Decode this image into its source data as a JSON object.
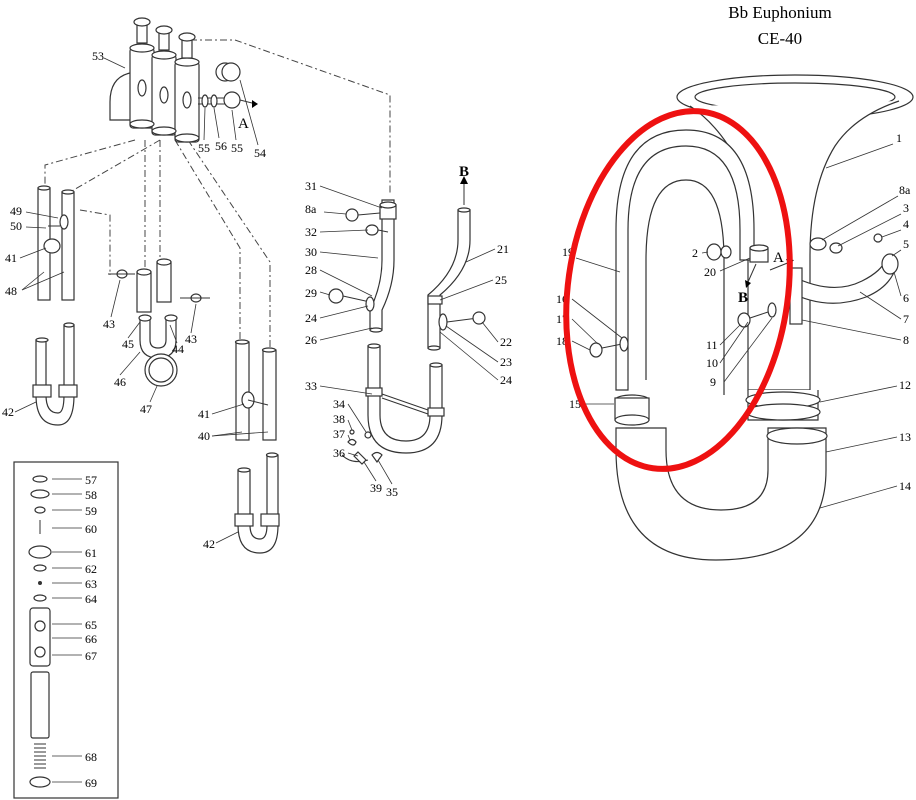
{
  "title": {
    "line1": "Bb Euphonium",
    "line2": "CE-40"
  },
  "highlight_color": "#ee1111",
  "left_labels": {
    "l53": "53",
    "lA": "A",
    "l55a": "55",
    "l56": "56",
    "l55b": "55",
    "l54": "54",
    "l49": "49",
    "l50": "50",
    "l41a": "41",
    "l48": "48",
    "l42a": "42",
    "l43a": "43",
    "l45": "45",
    "l44": "44",
    "l43b": "43",
    "l46": "46",
    "l47": "47",
    "l41b": "41",
    "l40": "40",
    "l42b": "42"
  },
  "middle_labels": {
    "l31": "31",
    "l8a": "8a",
    "l32": "32",
    "l30": "30",
    "l28": "28",
    "l29": "29",
    "l24a": "24",
    "l26": "26",
    "lB": "B",
    "l21": "21",
    "l25": "25",
    "l22": "22",
    "l23": "23",
    "l24b": "24",
    "l33": "33",
    "l34": "34",
    "l38": "38",
    "l37": "37",
    "l36": "36",
    "l39": "39",
    "l35": "35"
  },
  "valve_labels": {
    "l57": "57",
    "l58": "58",
    "l59": "59",
    "l60": "60",
    "l61": "61",
    "l62": "62",
    "l63": "63",
    "l64": "64",
    "l65": "65",
    "l66": "66",
    "l67": "67",
    "l68": "68",
    "l69": "69"
  },
  "right_labels": {
    "l1": "1",
    "l8a": "8a",
    "l3": "3",
    "l4": "4",
    "l5": "5",
    "l6": "6",
    "l7": "7",
    "l8": "8",
    "l2": "2",
    "l20": "20",
    "lA": "A",
    "lB": "B",
    "l19": "19",
    "l11": "11",
    "l10": "10",
    "l9": "9",
    "l16": "16",
    "l17": "17",
    "l18": "18",
    "l15": "15",
    "l12": "12",
    "l13": "13",
    "l14": "14"
  }
}
